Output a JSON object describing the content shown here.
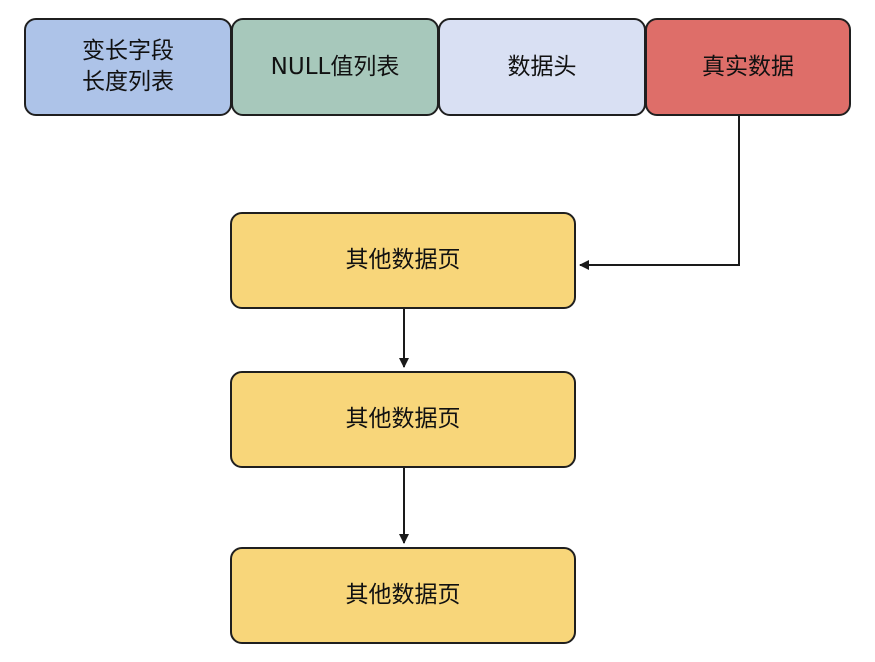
{
  "row_record": {
    "segments": [
      {
        "line1": "变长字段",
        "line2": "长度列表",
        "color": "#adc3e8"
      },
      {
        "line1": "NULL值列表",
        "line2": "",
        "color": "#a7c8bb"
      },
      {
        "line1": "数据头",
        "line2": "",
        "color": "#d9e0f3"
      },
      {
        "line1": "真实数据",
        "line2": "",
        "color": "#de6e69"
      }
    ]
  },
  "overflow_pages": [
    {
      "label": "其他数据页",
      "color": "#f8d67a"
    },
    {
      "label": "其他数据页",
      "color": "#f8d67a"
    },
    {
      "label": "其他数据页",
      "color": "#f8d67a"
    }
  ],
  "line_color": "#1a1a1a"
}
